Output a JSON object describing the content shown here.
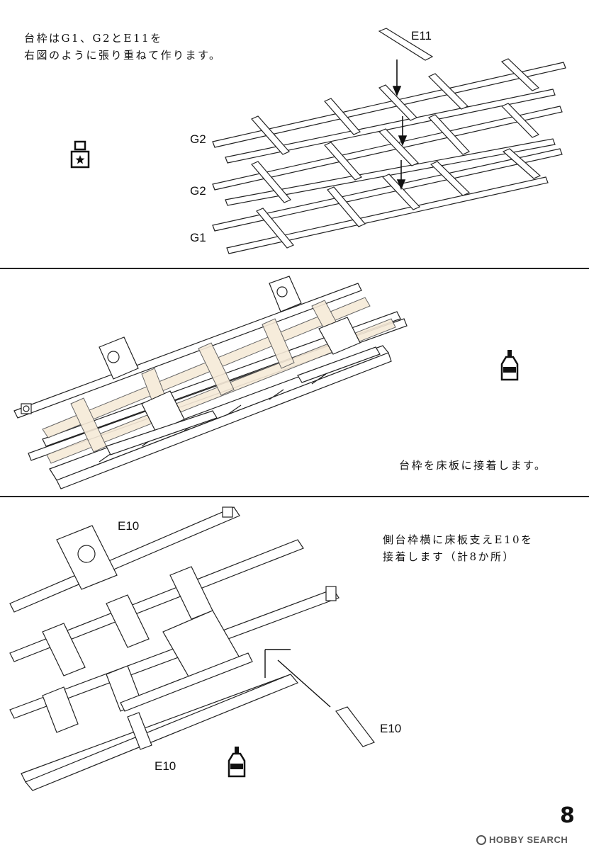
{
  "step1": {
    "instruction_line1": "台枠はG1、G2とE11を",
    "instruction_line2": "右図のように張り重ねて作ります。",
    "part_top": "E11",
    "layer_top": "G2",
    "layer_middle": "G2",
    "layer_bottom": "G1",
    "icon": "glue-star-icon"
  },
  "step2": {
    "instruction": "台枠を床板に接着します。",
    "icon": "glue-bottle-icon"
  },
  "step3": {
    "instruction_line1": "側台枠横に床板支えE10を",
    "instruction_line2": "接着します（計8か所）",
    "part_label_top": "E10",
    "part_label_right": "E10",
    "part_label_bottom": "E10",
    "icon": "glue-bottle-icon"
  },
  "footer": {
    "page_number": "8",
    "watermark": "HOBBY SEARCH"
  }
}
